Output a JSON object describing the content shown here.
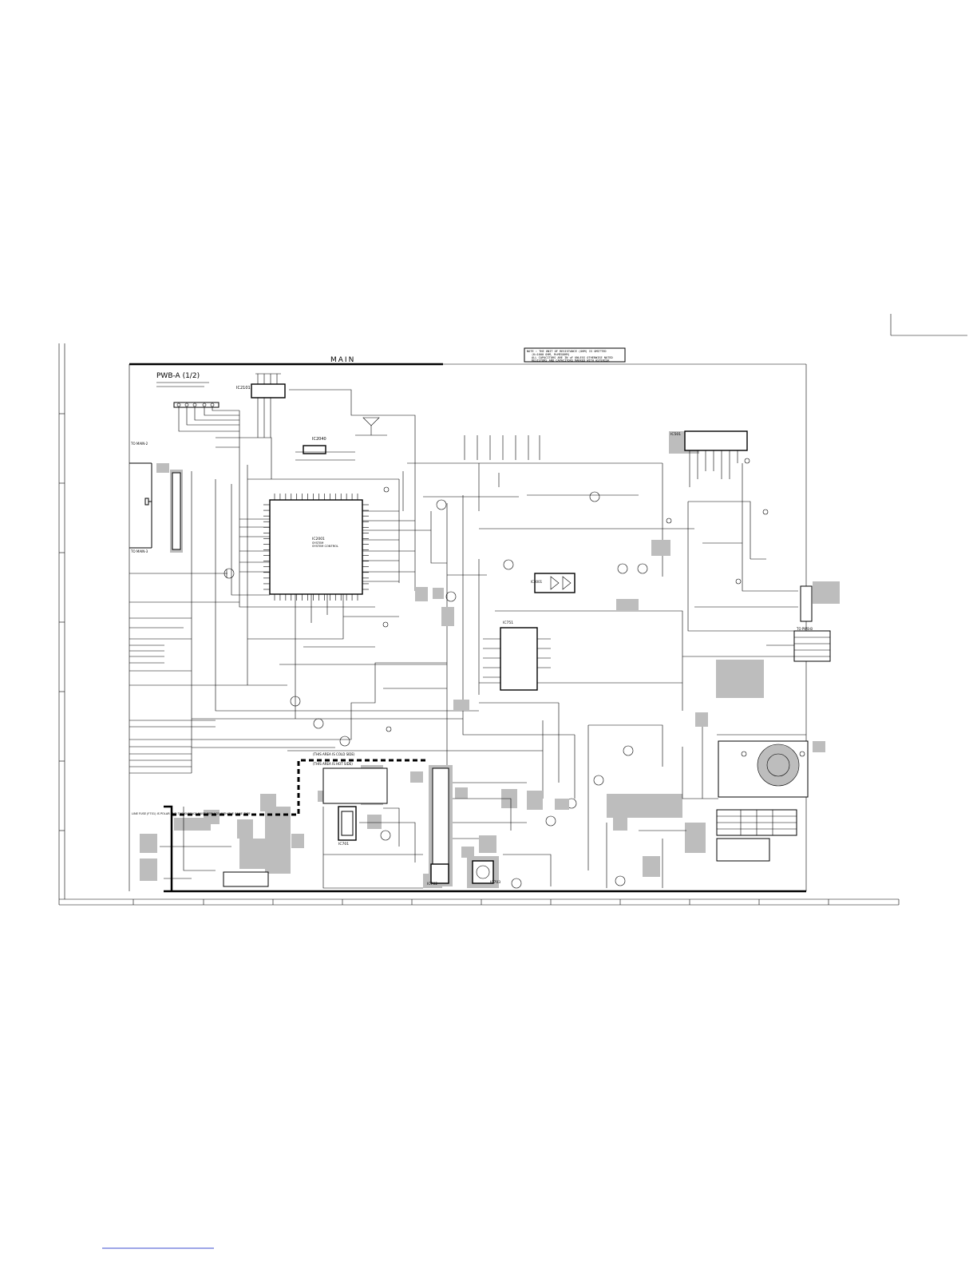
{
  "sheet": {
    "title": "MAIN",
    "board_name": "PWB-A (1/2)",
    "note_line1": "NOTE : THE UNIT OF RESISTANCE (OHM) IS OMITTED",
    "note_line2": "(K=1000 OHM, M=MEGOHM)",
    "note_line3": "ALL CAPACITORS ARE IN uF UNLESS OTHERWISE NOTED",
    "note_line4": "RESISTORS AND CAPACITORS MARKED WITH ASTERISK"
  },
  "ics": {
    "main": "IC2001",
    "main_sub1": "SYSTEM",
    "main_sub2": "SYSTEM CONTROL",
    "eeprom": "IC2040",
    "remote": "IC2101",
    "audio": "IC751",
    "tuner": "IC501",
    "reg1": "IC701",
    "reg2": "IC702",
    "reg3": "IC703",
    "amp": "IC3001"
  },
  "connectors": {
    "left_top": "TO MAIN-2",
    "left_bottom": "TO MAIN-3",
    "right": "TO PWB-B"
  },
  "labels": {
    "this_area": "(THIS AREA IS COLD SIDE)",
    "hot_area": "(THIS AREA IS HOT SIDE)",
    "power_note": "LINE FUSE (F701) IS POLAR AND THE SURFACE MUST REPLACE WITH THE SAME TYPE"
  }
}
